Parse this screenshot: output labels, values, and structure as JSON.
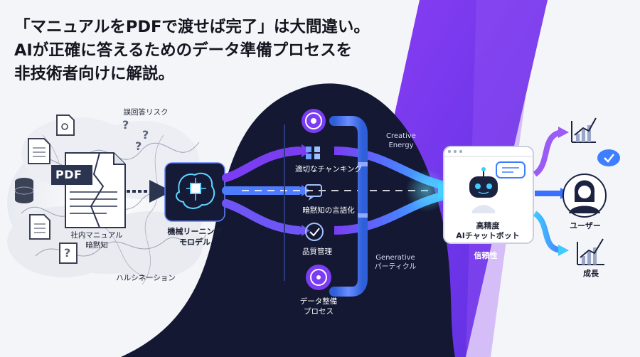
{
  "headline": {
    "line1": "「マニュアルをPDFで渡せば完了」は大間違い。",
    "line2": "AIが正確に答えるためのデータ準備プロセスを",
    "line3": "非技術者向けに解説。"
  },
  "left_cluster": {
    "risk_label": "誤回答リスク",
    "pdf_badge": "PDF",
    "doc_label_1": "社内マニュアル",
    "doc_label_2": "暗黙知",
    "bottom_label": "ハルシネーション",
    "question_marks": [
      "?",
      "?",
      "?",
      "?"
    ]
  },
  "model": {
    "label_1": "機械リーニング",
    "label_2": "モロデル"
  },
  "process": {
    "steps": [
      {
        "label": "適切なチャンキング",
        "icon": "chunk-blocks-icon"
      },
      {
        "label": "暗黙知の言語化",
        "icon": "speech-bubble-icon"
      },
      {
        "label": "品質管理",
        "icon": "gear-check-icon"
      }
    ],
    "creative_1": "Creative",
    "creative_2": "Energy",
    "generative_1": "Generative",
    "generative_2": "パーティクル",
    "bottom_1": "データ整備",
    "bottom_2": "プロセス"
  },
  "chatbot": {
    "label_1": "高精度",
    "label_2": "AIチャットボット",
    "reliability": "信頼性"
  },
  "outcomes": {
    "user": "ユーザー",
    "growth": "成長"
  },
  "colors": {
    "navy": "#141833",
    "purple": "#7a3df2",
    "blue": "#3f7fff",
    "cyan": "#3ecbff",
    "title": "#14161f"
  }
}
